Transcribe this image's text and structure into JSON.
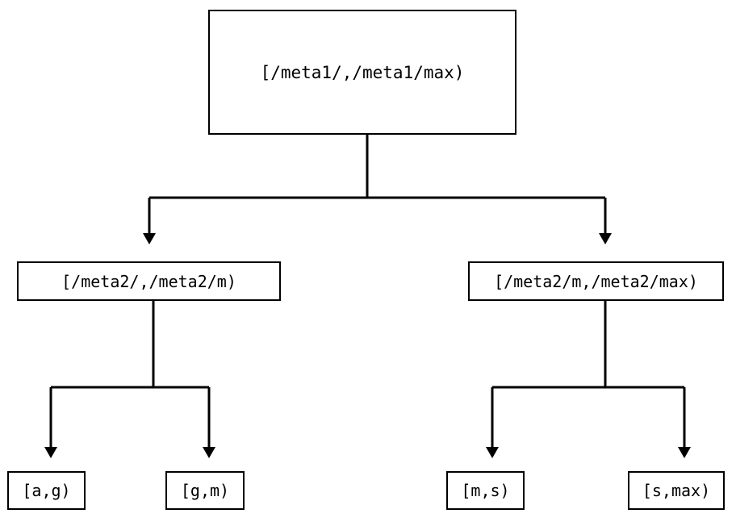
{
  "diagram": {
    "type": "tree",
    "background_color": "#ffffff",
    "line_color": "#000000",
    "text_color": "#000000",
    "root": {
      "label": "[/meta1/,/meta1/max)"
    },
    "level2": [
      {
        "label": "[/meta2/,/meta2/m)"
      },
      {
        "label": "[/meta2/m,/meta2/max)"
      }
    ],
    "leaves": [
      {
        "label": "[a,g)"
      },
      {
        "label": "[g,m)"
      },
      {
        "label": "[m,s)"
      },
      {
        "label": "[s,max)"
      }
    ]
  }
}
